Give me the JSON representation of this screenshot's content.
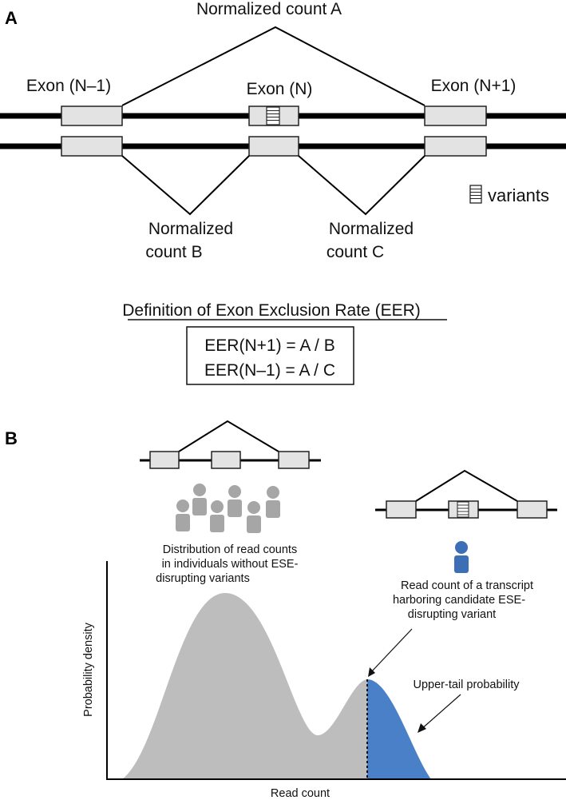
{
  "panel_a": {
    "label": "A",
    "exon_prev": "Exon (N–1)",
    "exon_mid": "Exon (N)",
    "exon_next": "Exon (N+1)",
    "count_a": "Normalized count A",
    "count_b_line1": "Normalized",
    "count_b_line2": "count B",
    "count_c_line1": "Normalized",
    "count_c_line2": "count C",
    "legend_variants": "variants",
    "definition_title": "Definition of Exon Exclusion Rate (EER)",
    "formula_1": "EER(N+1) = A / B",
    "formula_2": "EER(N–1) = A / C"
  },
  "panel_b": {
    "label": "B",
    "dist_caption": [
      "Distribution of read counts",
      "in individuals without ESE-",
      "disrupting variants"
    ],
    "read_caption": [
      "Read count of a transcript",
      "harboring candidate ESE-",
      "disrupting variant"
    ],
    "tail_label": "Upper-tail probability",
    "y_axis_label": "Probability density",
    "x_axis_label": "Read count"
  },
  "colors": {
    "gray_fill": "#bdbdbd",
    "blue_fill": "#4a80c8",
    "person_gray": "#a6a6a6",
    "person_blue": "#3d6fb6"
  }
}
